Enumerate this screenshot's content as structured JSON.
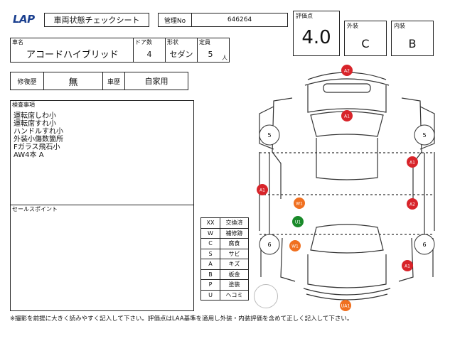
{
  "header": {
    "logo": "LAP",
    "title": "車両状態チェックシート",
    "mgmt_label": "管理No",
    "mgmt_value": "646264"
  },
  "rating": {
    "label": "評価点",
    "value": "4.0",
    "exterior_label": "外装",
    "exterior_value": "C",
    "interior_label": "内装",
    "interior_value": "B"
  },
  "vehicle": {
    "name_label": "車名",
    "name_value": "アコードハイブリッド",
    "doors_label": "ドア数",
    "doors_value": "4",
    "shape_label": "形状",
    "shape_value": "セダン",
    "capacity_label": "定員",
    "capacity_value": "5",
    "capacity_unit": "人"
  },
  "history": {
    "repair_label": "修復歴",
    "repair_value": "無",
    "usage_label": "車歴",
    "usage_value": "自家用"
  },
  "inspection": {
    "label": "検査事項",
    "lines": [
      "運転席しわ小",
      "運転席すれ小",
      "ハンドルすれ小",
      "外装小傷数箇所",
      "Fガラス飛石小",
      "AW4本 A"
    ]
  },
  "sales": {
    "label": "セールスポイント"
  },
  "legend": [
    {
      "code": "XX",
      "meaning": "交換済"
    },
    {
      "code": "W",
      "meaning": "補修跡"
    },
    {
      "code": "C",
      "meaning": "腐食"
    },
    {
      "code": "S",
      "meaning": "サビ"
    },
    {
      "code": "A",
      "meaning": "キズ"
    },
    {
      "code": "B",
      "meaning": "板金"
    },
    {
      "code": "P",
      "meaning": "塗装"
    },
    {
      "code": "U",
      "meaning": "ヘコミ"
    }
  ],
  "footer": "※撮影を前提に大きく読みやすく記入して下さい。評価点はLAA基準を適用し外装・内装評価を含めて正しく記入して下さい。",
  "damage_marks": [
    {
      "label": "A2",
      "color": "#d8242a"
    },
    {
      "label": "A1",
      "color": "#d8242a"
    },
    {
      "label": "A1",
      "color": "#d8242a"
    },
    {
      "label": "A1",
      "color": "#d8242a"
    },
    {
      "label": "A2",
      "color": "#d8242a"
    },
    {
      "label": "W1",
      "color": "#f07020"
    },
    {
      "label": "U1",
      "color": "#1a8a2a"
    },
    {
      "label": "W1",
      "color": "#f07020"
    },
    {
      "label": "A1",
      "color": "#d8242a"
    },
    {
      "label": "UA1",
      "color": "#f07020"
    }
  ],
  "tire_marks": [
    "5",
    "5",
    "6",
    "6"
  ]
}
